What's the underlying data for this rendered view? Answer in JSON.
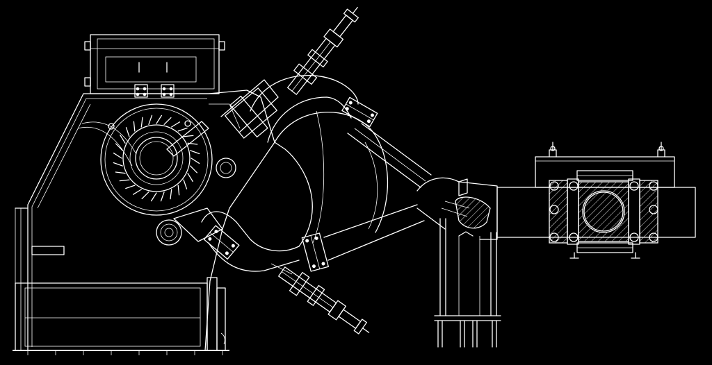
{
  "drawing": {
    "background": "#000000",
    "line_color": "#ffffff",
    "parts": [
      "crusher-housing",
      "feed-hopper",
      "rotor",
      "upper-elbow-pipe",
      "lower-pipe",
      "cyclone-chamber",
      "outlet-duct",
      "valve-assembly",
      "support-stand",
      "upper-actuator",
      "lower-actuator"
    ]
  }
}
